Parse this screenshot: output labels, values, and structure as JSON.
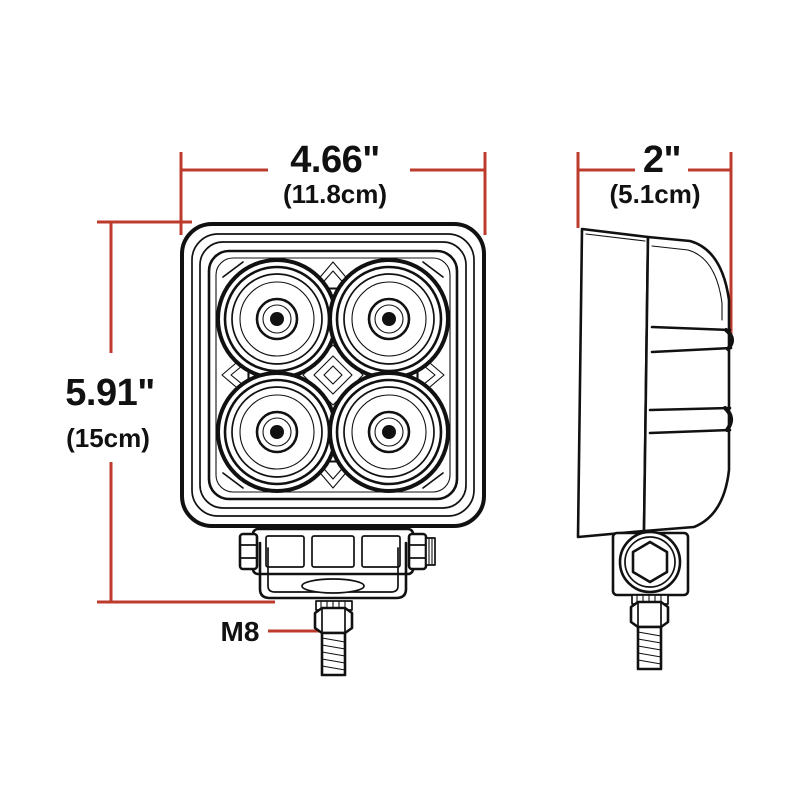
{
  "document": {
    "type": "technical-dimension-drawing",
    "subject": "LED work light",
    "background_color": "#ffffff",
    "line_color": "#111111",
    "dimension_color": "#bd3b2d"
  },
  "views": {
    "front": {
      "name": "front-view",
      "led_count": 4,
      "led_layout": "2x2",
      "rings_per_led": 6
    },
    "side": {
      "name": "side-view",
      "fin_count": 3
    }
  },
  "dimensions": {
    "width": {
      "name": "width-dimension",
      "imperial": "4.66\"",
      "metric": "(11.8cm)"
    },
    "height": {
      "name": "height-dimension",
      "imperial": "5.91\"",
      "metric": "(15cm)"
    },
    "depth": {
      "name": "depth-dimension",
      "imperial": "2\"",
      "metric": "(5.1cm)"
    }
  },
  "callouts": {
    "bolt": {
      "name": "bolt-thread-callout",
      "label": "M8"
    }
  }
}
